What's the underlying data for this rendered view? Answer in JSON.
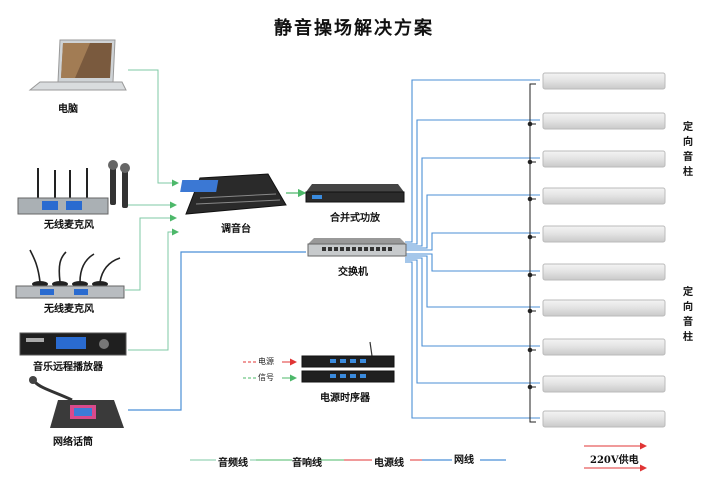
{
  "title": "静音操场解决方案",
  "devices": {
    "computer": "电脑",
    "wireless_mic_1": "无线麦克风",
    "wireless_mic_2": "无线麦克风",
    "music_player": "音乐远程播放器",
    "network_mic": "网络话筒",
    "mixer": "调音台",
    "amplifier": "合并式功放",
    "switch": "交换机",
    "power_sequencer": "电源时序器",
    "column_speaker_group_1": "定向音柱",
    "column_speaker_group_2": "定向音柱"
  },
  "sequencer_inputs": {
    "power": "电源",
    "signal": "信号"
  },
  "legend": {
    "audio_line": "音频线",
    "speaker_line": "音响线",
    "power_line": "电源线",
    "network_line": "网线"
  },
  "power_supply_label": "220V供电",
  "colors": {
    "audio_line": "#7fc9a4",
    "speaker_line": "#4db86a",
    "power_line": "#e03434",
    "network_line": "#4b8fd6"
  }
}
